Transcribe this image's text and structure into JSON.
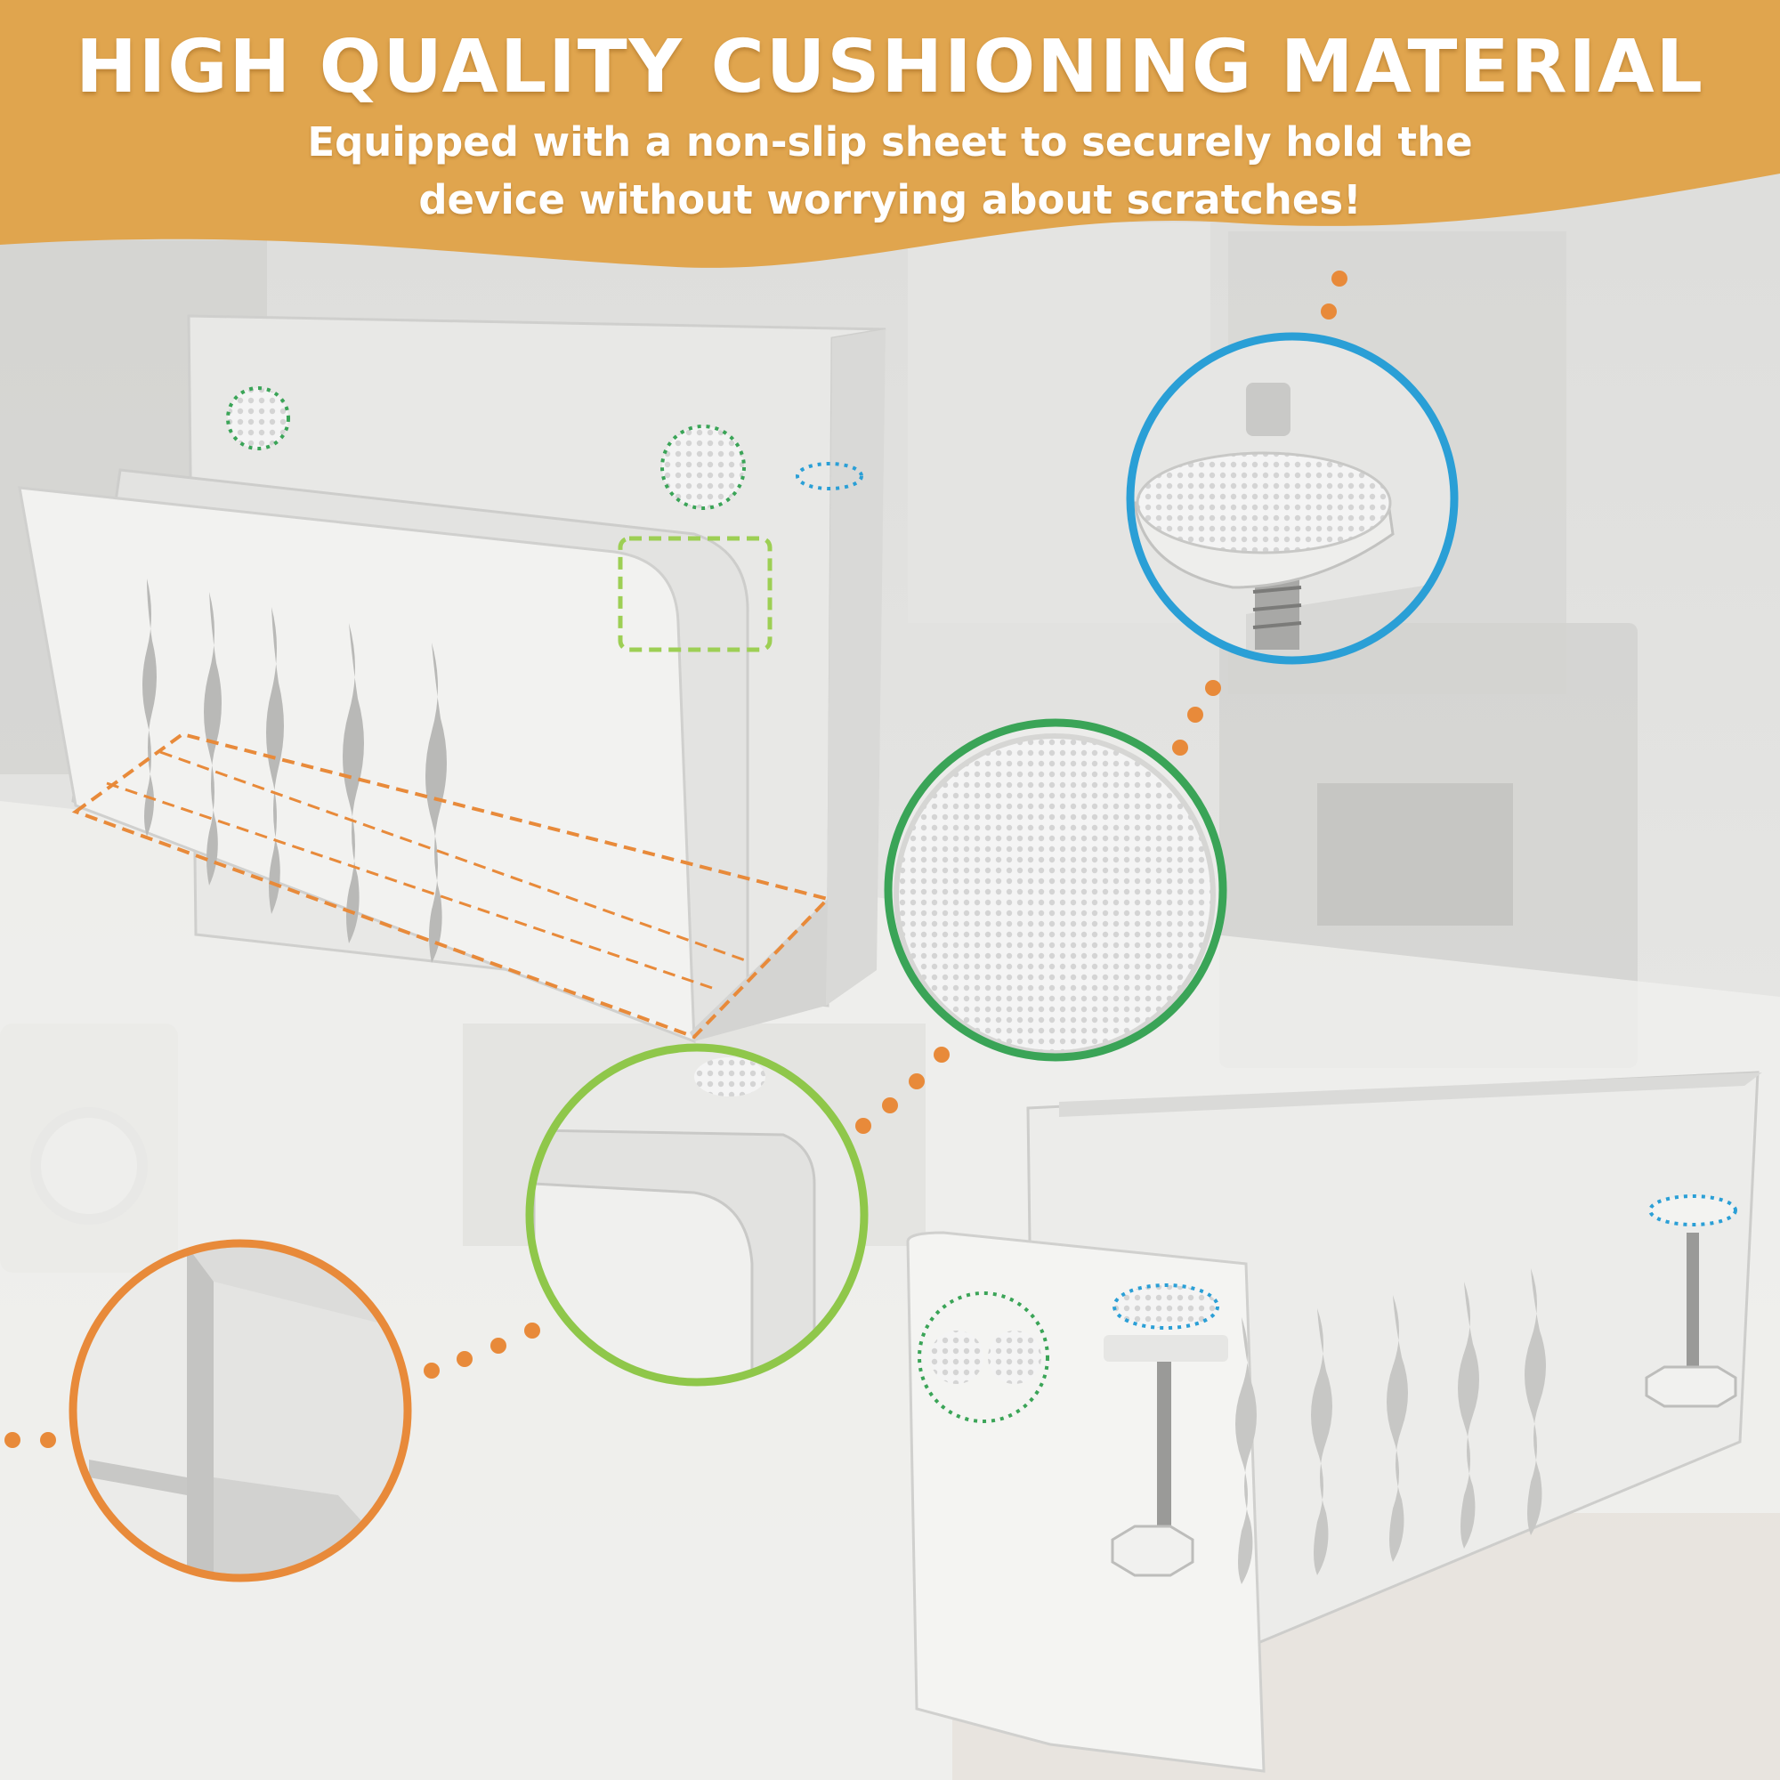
{
  "banner": {
    "title": "HIGH QUALITY CUSHIONING MATERIAL",
    "subtitle_line1": "Equipped with a non-slip sheet to securely hold the",
    "subtitle_line2": "device without worrying about scratches!",
    "color": "#e0a54e"
  },
  "callouts": [
    {
      "name": "clamp-pad-detail",
      "ring_color": "#2a9fd6"
    },
    {
      "name": "non-slip-sheet-detail",
      "ring_color": "#3aa457"
    },
    {
      "name": "corner-edge-detail",
      "ring_color": "#8fc74a"
    },
    {
      "name": "divider-slot-detail",
      "ring_color": "#e88a3a"
    }
  ],
  "colors": {
    "connector_dots": "#e88a3a",
    "background": "#e9e9e7",
    "product": "#f3f3f3"
  }
}
